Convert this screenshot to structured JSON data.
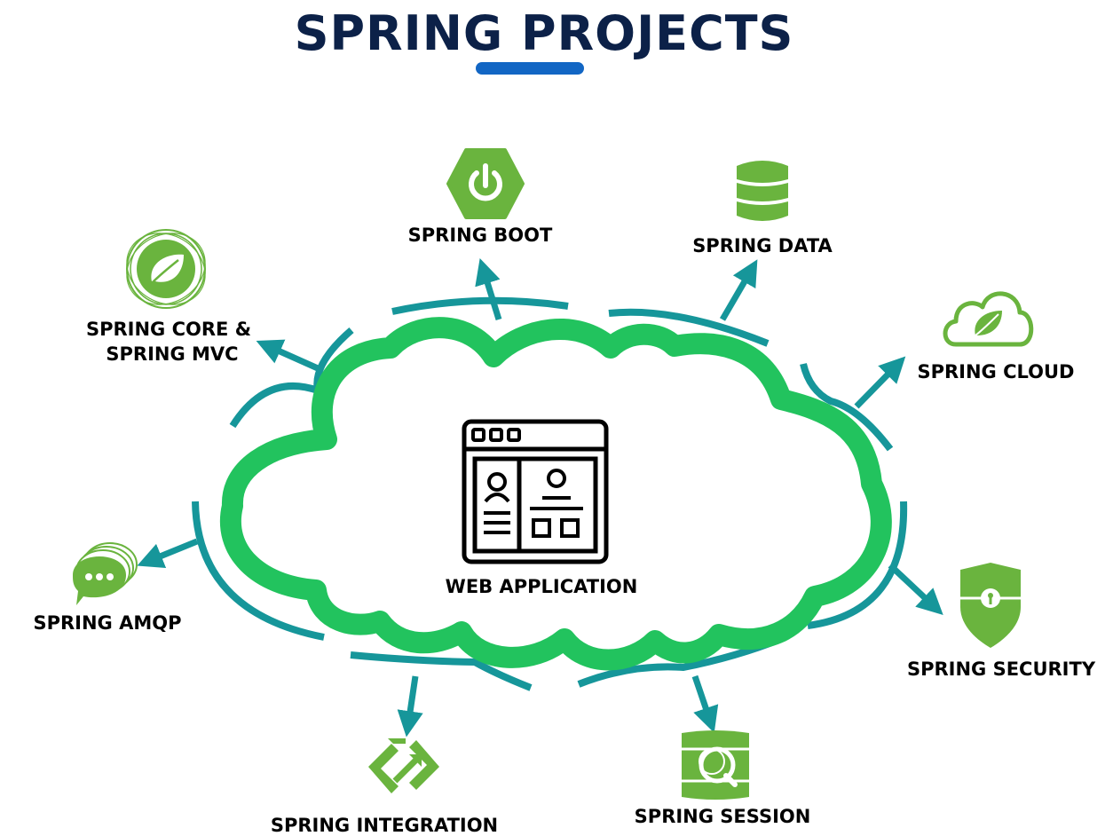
{
  "title": "SPRING PROJECTS",
  "colors": {
    "title": "#0c2148",
    "underline": "#1266c4",
    "cloud_stroke": "#22c35e",
    "arc": "#16969a",
    "icon_green": "#6ab43e",
    "text": "#000000"
  },
  "center": {
    "label": "WEB APPLICATION",
    "icon": "web-application-icon"
  },
  "nodes": {
    "boot": {
      "label": "SPRING BOOT",
      "icon": "power-hexagon-icon"
    },
    "data": {
      "label": "SPRING DATA",
      "icon": "database-icon"
    },
    "cloud": {
      "label": "SPRING CLOUD",
      "icon": "cloud-leaf-icon"
    },
    "core": {
      "label_line1": "SPRING CORE &",
      "label_line2": "SPRING MVC",
      "icon": "spring-leaf-icon"
    },
    "amqp": {
      "label": "SPRING AMQP",
      "icon": "chat-bubbles-icon"
    },
    "integration": {
      "label": "SPRING INTEGRATION",
      "icon": "integration-arrows-icon"
    },
    "session": {
      "label": "SPRING SESSION",
      "icon": "session-icon"
    },
    "security": {
      "label": "SPRING SECURITY",
      "icon": "shield-lock-icon"
    }
  }
}
